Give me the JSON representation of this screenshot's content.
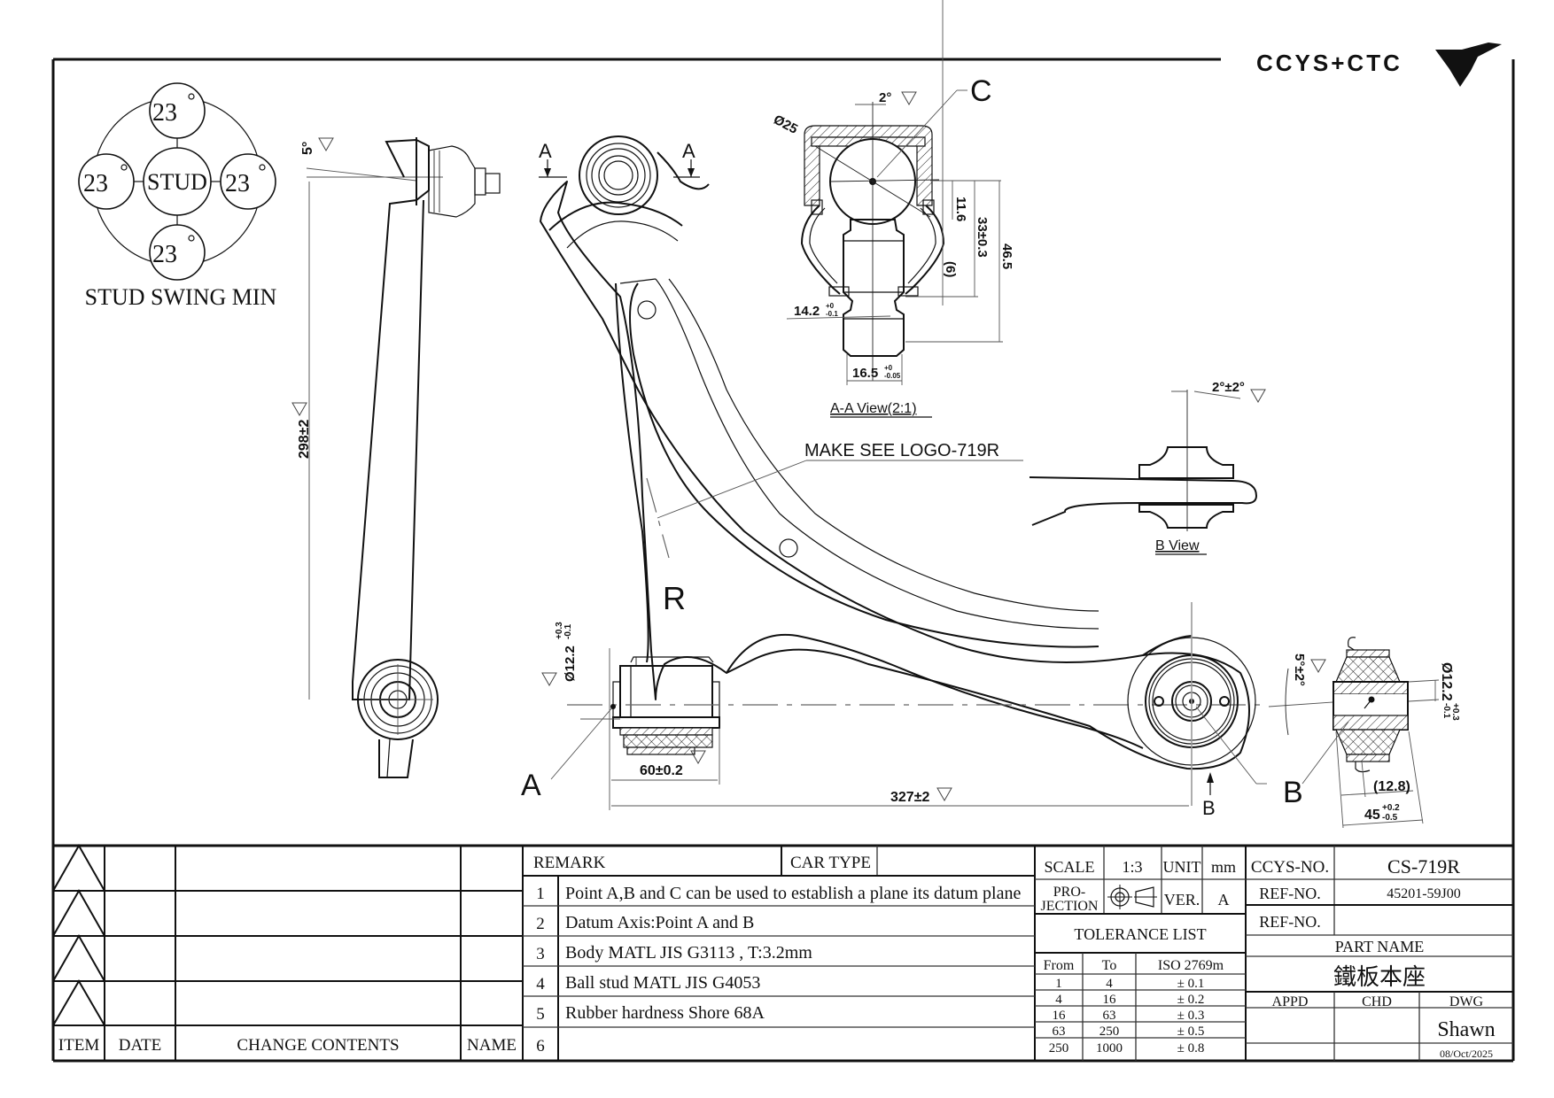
{
  "logo": {
    "text": "CCYS+CTC"
  },
  "stud_swing": {
    "center_label": "STUD",
    "angles": [
      "23",
      "23",
      "23",
      "23"
    ],
    "degree_mark": "°",
    "caption": "STUD SWING MIN"
  },
  "side_view": {
    "angle_label": "5°",
    "length_dim": "298±2",
    "inspection_mark": "I"
  },
  "main_view": {
    "section_label_left": "A",
    "section_label_right": "A",
    "side_mark": "R",
    "logo_note": "MAKE SEE LOGO-719R",
    "point_a_label": "A",
    "point_b_label": "B",
    "view_b_arrow_label": "B",
    "bushing_dia_dim": "Ø12.2",
    "bushing_dia_tol_plus": "+0.3",
    "bushing_dia_tol_minus": "-0.1",
    "bushing_width_dim": "60±0.2",
    "overall_length_dim": "327±2",
    "inspection_mark": "I"
  },
  "section_aa": {
    "title": "A-A View(2:1)",
    "point_c_label": "C",
    "ball_dia": "Ø25",
    "angle": "2°",
    "dim_11_6": "11.6",
    "dim_33": "33±0.3",
    "dim_46_5": "46.5",
    "dim_6": "(6)",
    "dim_14_2": "14.2",
    "dim_14_2_tol_plus": "+0",
    "dim_14_2_tol_minus": "-0.1",
    "dim_16_5": "16.5",
    "dim_16_5_tol_plus": "+0",
    "dim_16_5_tol_minus": "-0.05",
    "inspection_mark": "I"
  },
  "b_view": {
    "title": "B View",
    "angle": "2°±2°",
    "inspection_mark": "I"
  },
  "bushing_b": {
    "angle": "5°±2°",
    "dia": "Ø12.2",
    "dia_tol_plus": "+0.3",
    "dia_tol_minus": "-0.1",
    "ref_dim": "(12.8)",
    "width": "45",
    "width_tol_plus": "+0.2",
    "width_tol_minus": "-0.5",
    "inspection_mark": "I"
  },
  "revision_table": {
    "headers": [
      "ITEM",
      "DATE",
      "CHANGE CONTENTS",
      "NAME"
    ],
    "rows": 4
  },
  "remarks": {
    "header": "REMARK",
    "car_type_label": "CAR TYPE",
    "car_type_value": "",
    "items": [
      {
        "no": "1",
        "text": "Point A,B and C can be used to establish a plane its datum plane"
      },
      {
        "no": "2",
        "text": "Datum Axis:Point A and B"
      },
      {
        "no": "3",
        "text": "Body MATL JIS G3113 , T:3.2mm"
      },
      {
        "no": "4",
        "text": "Ball stud MATL JIS G4053"
      },
      {
        "no": "5",
        "text": "Rubber hardness Shore 68A"
      },
      {
        "no": "6",
        "text": ""
      }
    ]
  },
  "spec": {
    "scale_label": "SCALE",
    "scale_value": "1:3",
    "unit_label": "UNIT",
    "unit_value": "mm",
    "projection_label_1": "PRO-",
    "projection_label_2": "JECTION",
    "ver_label": "VER.",
    "ver_value": "A"
  },
  "tolerance": {
    "title": "TOLERANCE LIST",
    "headers": [
      "From",
      "To",
      "ISO 2769m"
    ],
    "rows": [
      [
        "1",
        "4",
        "± 0.1"
      ],
      [
        "4",
        "16",
        "± 0.2"
      ],
      [
        "16",
        "63",
        "± 0.3"
      ],
      [
        "63",
        "250",
        "± 0.5"
      ],
      [
        "250",
        "1000",
        "± 0.8"
      ]
    ]
  },
  "part_info": {
    "ccys_no_label": "CCYS-NO.",
    "ccys_no_value": "CS-719R",
    "ref_no_label_1": "REF-NO.",
    "ref_no_value_1": "45201-59J00",
    "ref_no_label_2": "REF-NO.",
    "ref_no_value_2": "",
    "part_name_label": "PART NAME",
    "part_name_value": "鐵板本座",
    "appd_label": "APPD",
    "chd_label": "CHD",
    "dwg_label": "DWG",
    "appd_value": "",
    "chd_value": "",
    "dwg_value": "Shawn",
    "date": "08/Oct/2025"
  }
}
